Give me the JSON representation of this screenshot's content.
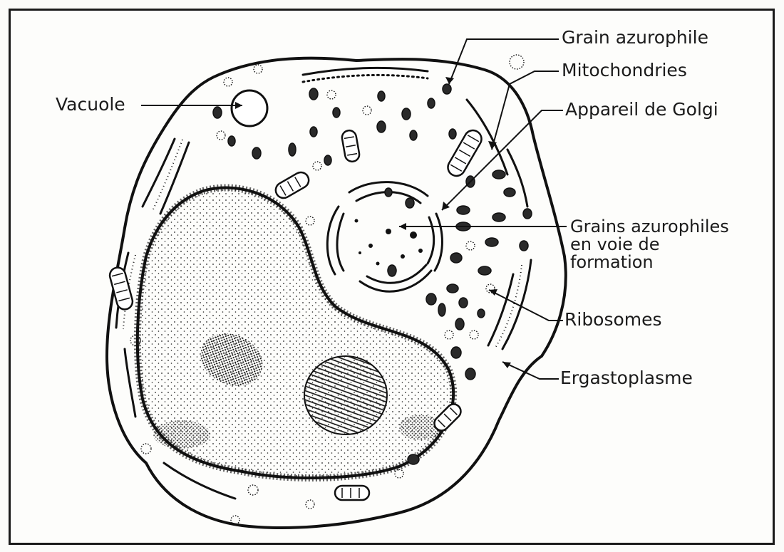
{
  "labels": {
    "grain_azurophile": "Grain azurophile",
    "mitochondries": "Mitochondries",
    "appareil_de_golgi": "Appareil de Golgi",
    "vacuole": "Vacuole",
    "grains_azurophiles_formation": [
      "Grains azurophiles",
      "en voie de",
      "formation"
    ],
    "ribosomes": "Ribosomes",
    "ergastoplasme": "Ergastoplasme"
  },
  "colors": {
    "ink": "#1a1a1a",
    "paper": "#fdfdfb"
  }
}
